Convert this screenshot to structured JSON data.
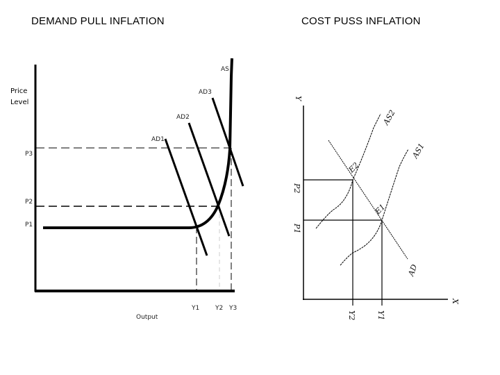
{
  "titles": {
    "left": "DEMAND PULL INFLATION",
    "right": "COST PUSS INFLATION"
  },
  "left_diagram": {
    "y_axis_label_line1": "Price",
    "y_axis_label_line2": "Level",
    "x_axis_label": "Output",
    "price_levels": [
      "P3",
      "P2",
      "P1"
    ],
    "output_levels": [
      "Y1",
      "Y2",
      "Y3"
    ],
    "curves": {
      "as": "AS",
      "ad1": "AD1",
      "ad2": "AD2",
      "ad3": "AD3"
    }
  },
  "right_diagram": {
    "y_axis_label": "Y",
    "x_axis_label": "X",
    "price_levels": [
      "P2",
      "P1"
    ],
    "output_levels": [
      "Y2",
      "Y1"
    ],
    "curves": {
      "as1": "AS1",
      "as2": "AS2",
      "ad": "AD"
    },
    "equilibria": [
      "E2",
      "E1"
    ]
  },
  "colors": {
    "background": "#ffffff",
    "ink": "#000000"
  }
}
